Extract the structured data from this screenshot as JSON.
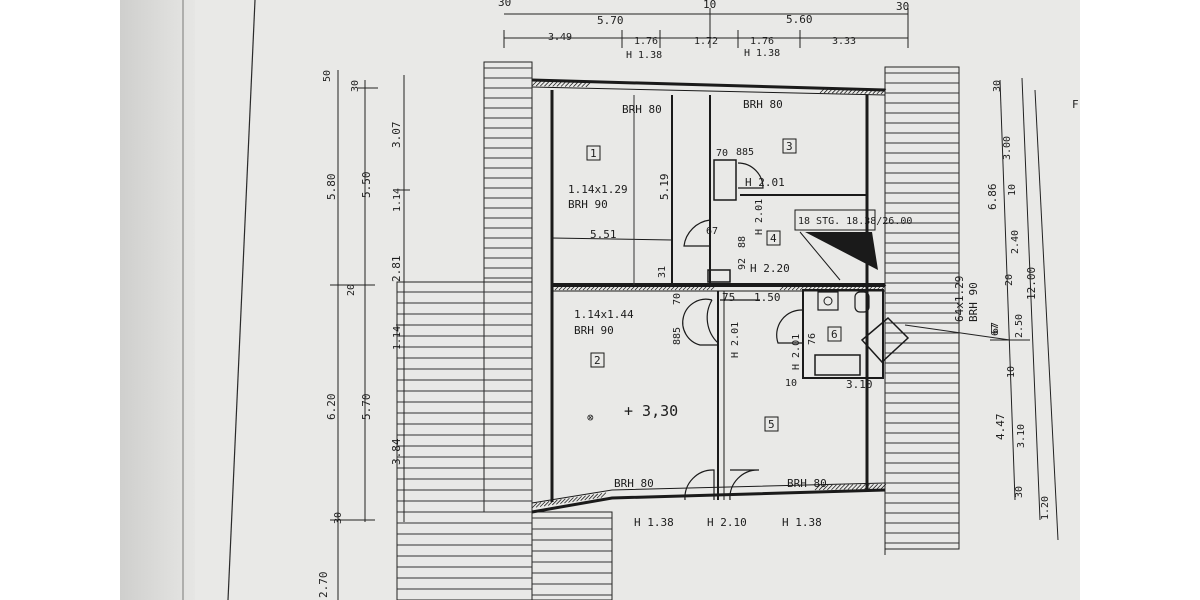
{
  "plan": {
    "rooms": [
      "1",
      "2",
      "3",
      "4",
      "5",
      "6"
    ],
    "room_labels": {
      "brh_top_left": "BRH 80",
      "brh_top_right": "BRH 80",
      "brh_bottom_left": "BRH 80",
      "brh_bottom_right": "BRH 80",
      "window_1": "1.14x1.29",
      "window_1_brh": "BRH 90",
      "window_2": "1.14x1.44",
      "window_2_brh": "BRH 90",
      "window_right": "64x1.29",
      "window_right_brh": "BRH 90",
      "stairs": "18 STG. 18.38/26.00",
      "level": "+ 3,30",
      "ceiling_3": "H 2.01",
      "ceiling_4a": "H 2.01",
      "ceiling_4b": "H 2.20",
      "ceiling_5": "H 2.01",
      "ceiling_6": "H 2.01",
      "depth_left": "5.19",
      "width_1": "5.51",
      "dim_70": "70",
      "dim_885_top": "885",
      "dim_67": "67",
      "dim_88": "88",
      "dim_92": "92",
      "dim_31": "31",
      "dim_70b": "70",
      "dim_885_mid": "885",
      "dim_75": "75",
      "dim_150": "1.50",
      "dim_76": "76",
      "dim_10": "10",
      "dim_310": "3.10",
      "dim_67b": "67"
    },
    "top_dims": {
      "row1": [
        "30",
        "10",
        "30"
      ],
      "row2": [
        "5.70",
        "5.60"
      ],
      "row3": [
        "3.49",
        "1.76",
        "1.72",
        "1.76",
        "3.33"
      ],
      "row4": [
        "H 1.38",
        "H 1.38"
      ]
    },
    "left_dims": {
      "outer": [
        "5.80",
        "6.20",
        "2.70"
      ],
      "mid": [
        "50",
        "5.50",
        "20",
        "5.70",
        "30"
      ],
      "inner_top": [
        "30",
        "3.07",
        "1.14",
        "2.81"
      ],
      "inner_bottom": [
        "1.14",
        "3.84"
      ]
    },
    "right_dims": {
      "outer": [
        "6.86",
        "4.47",
        "12.00"
      ],
      "mid": [
        "30",
        "3.00",
        "10",
        "2.40",
        "20",
        "2.50",
        "10",
        "3.10",
        "30",
        "1.20"
      ],
      "inner": [
        "67"
      ]
    },
    "bottom_dims": {
      "items": [
        "H 1.38",
        "H 2.10",
        "H 1.38"
      ]
    },
    "margin_letter": "F"
  }
}
